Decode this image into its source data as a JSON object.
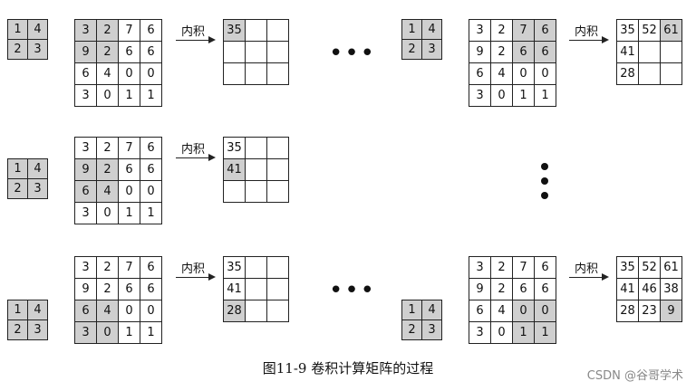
{
  "arrow_label": "内积",
  "dots": "•••",
  "caption": "图11-9  卷积计算矩阵的过程",
  "watermark": "CSDN @谷哥学术",
  "kernel": [
    [
      "1",
      "4"
    ],
    [
      "2",
      "3"
    ]
  ],
  "input": [
    [
      "3",
      "2",
      "7",
      "6"
    ],
    [
      "9",
      "2",
      "6",
      "6"
    ],
    [
      "6",
      "4",
      "0",
      "0"
    ],
    [
      "3",
      "0",
      "1",
      "1"
    ]
  ],
  "panels": [
    {
      "id": "r1a",
      "output": [
        [
          "35",
          "",
          ""
        ],
        [
          "",
          "",
          ""
        ],
        [
          "",
          "",
          ""
        ]
      ]
    },
    {
      "id": "r1b",
      "output": [
        [
          "35",
          "52",
          "61"
        ],
        [
          "41",
          "",
          ""
        ],
        [
          "28",
          "",
          ""
        ]
      ]
    },
    {
      "id": "r2a",
      "output": [
        [
          "35",
          "",
          ""
        ],
        [
          "41",
          "",
          ""
        ],
        [
          "",
          "",
          ""
        ]
      ]
    },
    {
      "id": "r3a",
      "output": [
        [
          "35",
          "",
          ""
        ],
        [
          "41",
          "",
          ""
        ],
        [
          "28",
          "",
          ""
        ]
      ]
    },
    {
      "id": "r3b",
      "output": [
        [
          "35",
          "52",
          "61"
        ],
        [
          "41",
          "46",
          "38"
        ],
        [
          "28",
          "23",
          "9"
        ]
      ]
    }
  ]
}
